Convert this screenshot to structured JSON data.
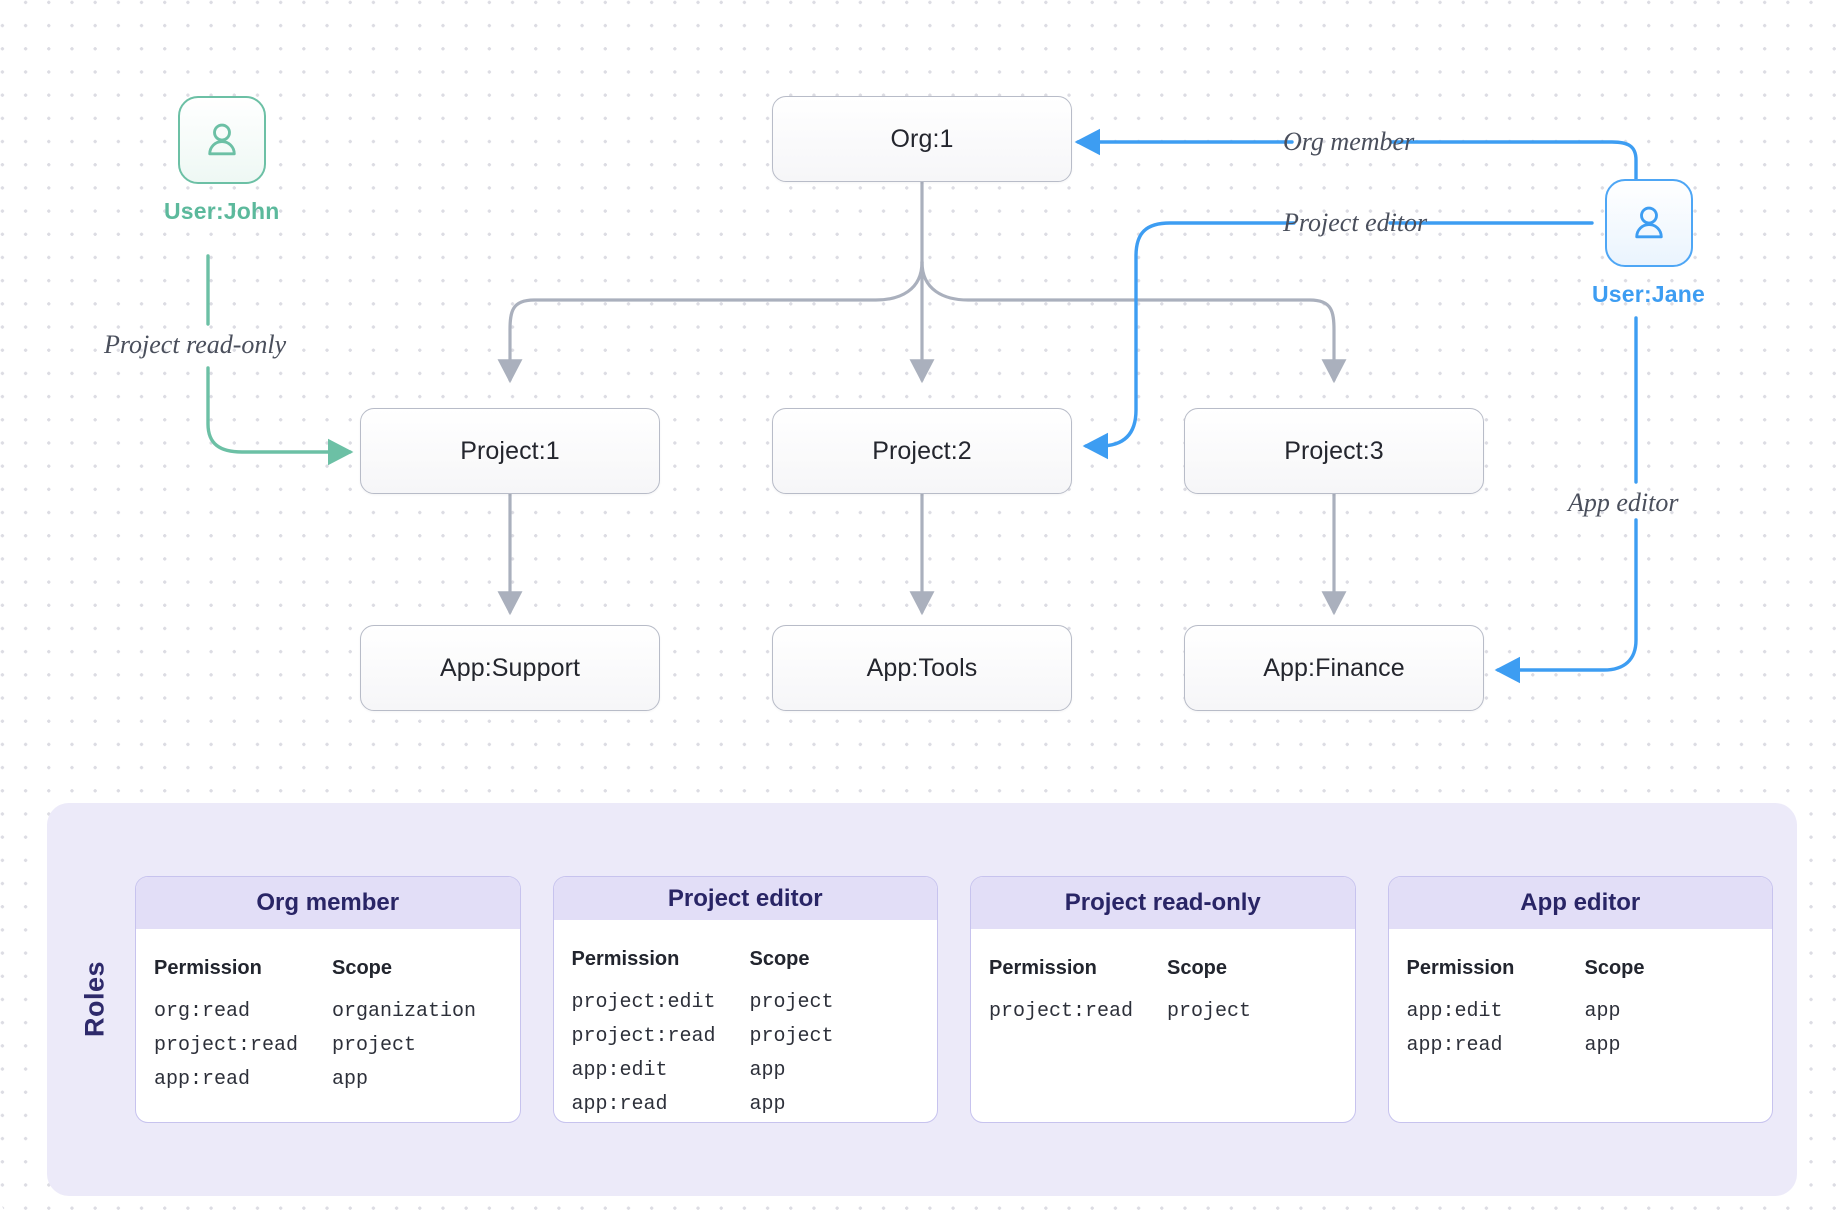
{
  "diagram": {
    "title": "Authorization model: org / project / app hierarchy with user role grants",
    "colors": {
      "node_border": "#b8bcc8",
      "node_text": "#24262e",
      "wire_gray": "#aab0bd",
      "user_green": "#5cb99c",
      "user_blue": "#3d9df2",
      "roles_panel_bg": "#eceaf9",
      "role_head_bg": "#e2def7",
      "role_title_text": "#292566"
    },
    "nodes": [
      {
        "id": "org1",
        "label": "Org:1"
      },
      {
        "id": "project1",
        "label": "Project:1"
      },
      {
        "id": "project2",
        "label": "Project:2"
      },
      {
        "id": "project3",
        "label": "Project:3"
      },
      {
        "id": "appsupport",
        "label": "App:Support"
      },
      {
        "id": "apptools",
        "label": "App:Tools"
      },
      {
        "id": "appfinance",
        "label": "App:Finance"
      }
    ],
    "users": [
      {
        "id": "john",
        "label": "User:John",
        "color": "green",
        "icon": "user-icon"
      },
      {
        "id": "jane",
        "label": "User:Jane",
        "color": "blue",
        "icon": "user-icon"
      }
    ],
    "relationships": [
      {
        "id": "rel-org-member",
        "label": "Org member",
        "from": "jane",
        "to": "org1",
        "color": "blue"
      },
      {
        "id": "rel-project-editor",
        "label": "Project editor",
        "from": "jane",
        "to": "project2",
        "color": "blue"
      },
      {
        "id": "rel-app-editor",
        "label": "App editor",
        "from": "jane",
        "to": "appfinance",
        "color": "blue"
      },
      {
        "id": "rel-project-readonly",
        "label": "Project read-only",
        "from": "john",
        "to": "project1",
        "color": "green"
      }
    ]
  },
  "roles": {
    "panel_title": "Roles",
    "columns": {
      "permission": "Permission",
      "scope": "Scope"
    },
    "cards": [
      {
        "name": "Org member",
        "rows": [
          {
            "permission": "org:read",
            "scope": "organization"
          },
          {
            "permission": "project:read",
            "scope": "project"
          },
          {
            "permission": "app:read",
            "scope": "app"
          }
        ]
      },
      {
        "name": "Project editor",
        "rows": [
          {
            "permission": "project:edit",
            "scope": "project"
          },
          {
            "permission": "project:read",
            "scope": "project"
          },
          {
            "permission": "app:edit",
            "scope": "app"
          },
          {
            "permission": "app:read",
            "scope": "app"
          }
        ]
      },
      {
        "name": "Project read-only",
        "rows": [
          {
            "permission": "project:read",
            "scope": "project"
          }
        ]
      },
      {
        "name": "App editor",
        "rows": [
          {
            "permission": "app:edit",
            "scope": "app"
          },
          {
            "permission": "app:read",
            "scope": "app"
          }
        ]
      }
    ]
  }
}
